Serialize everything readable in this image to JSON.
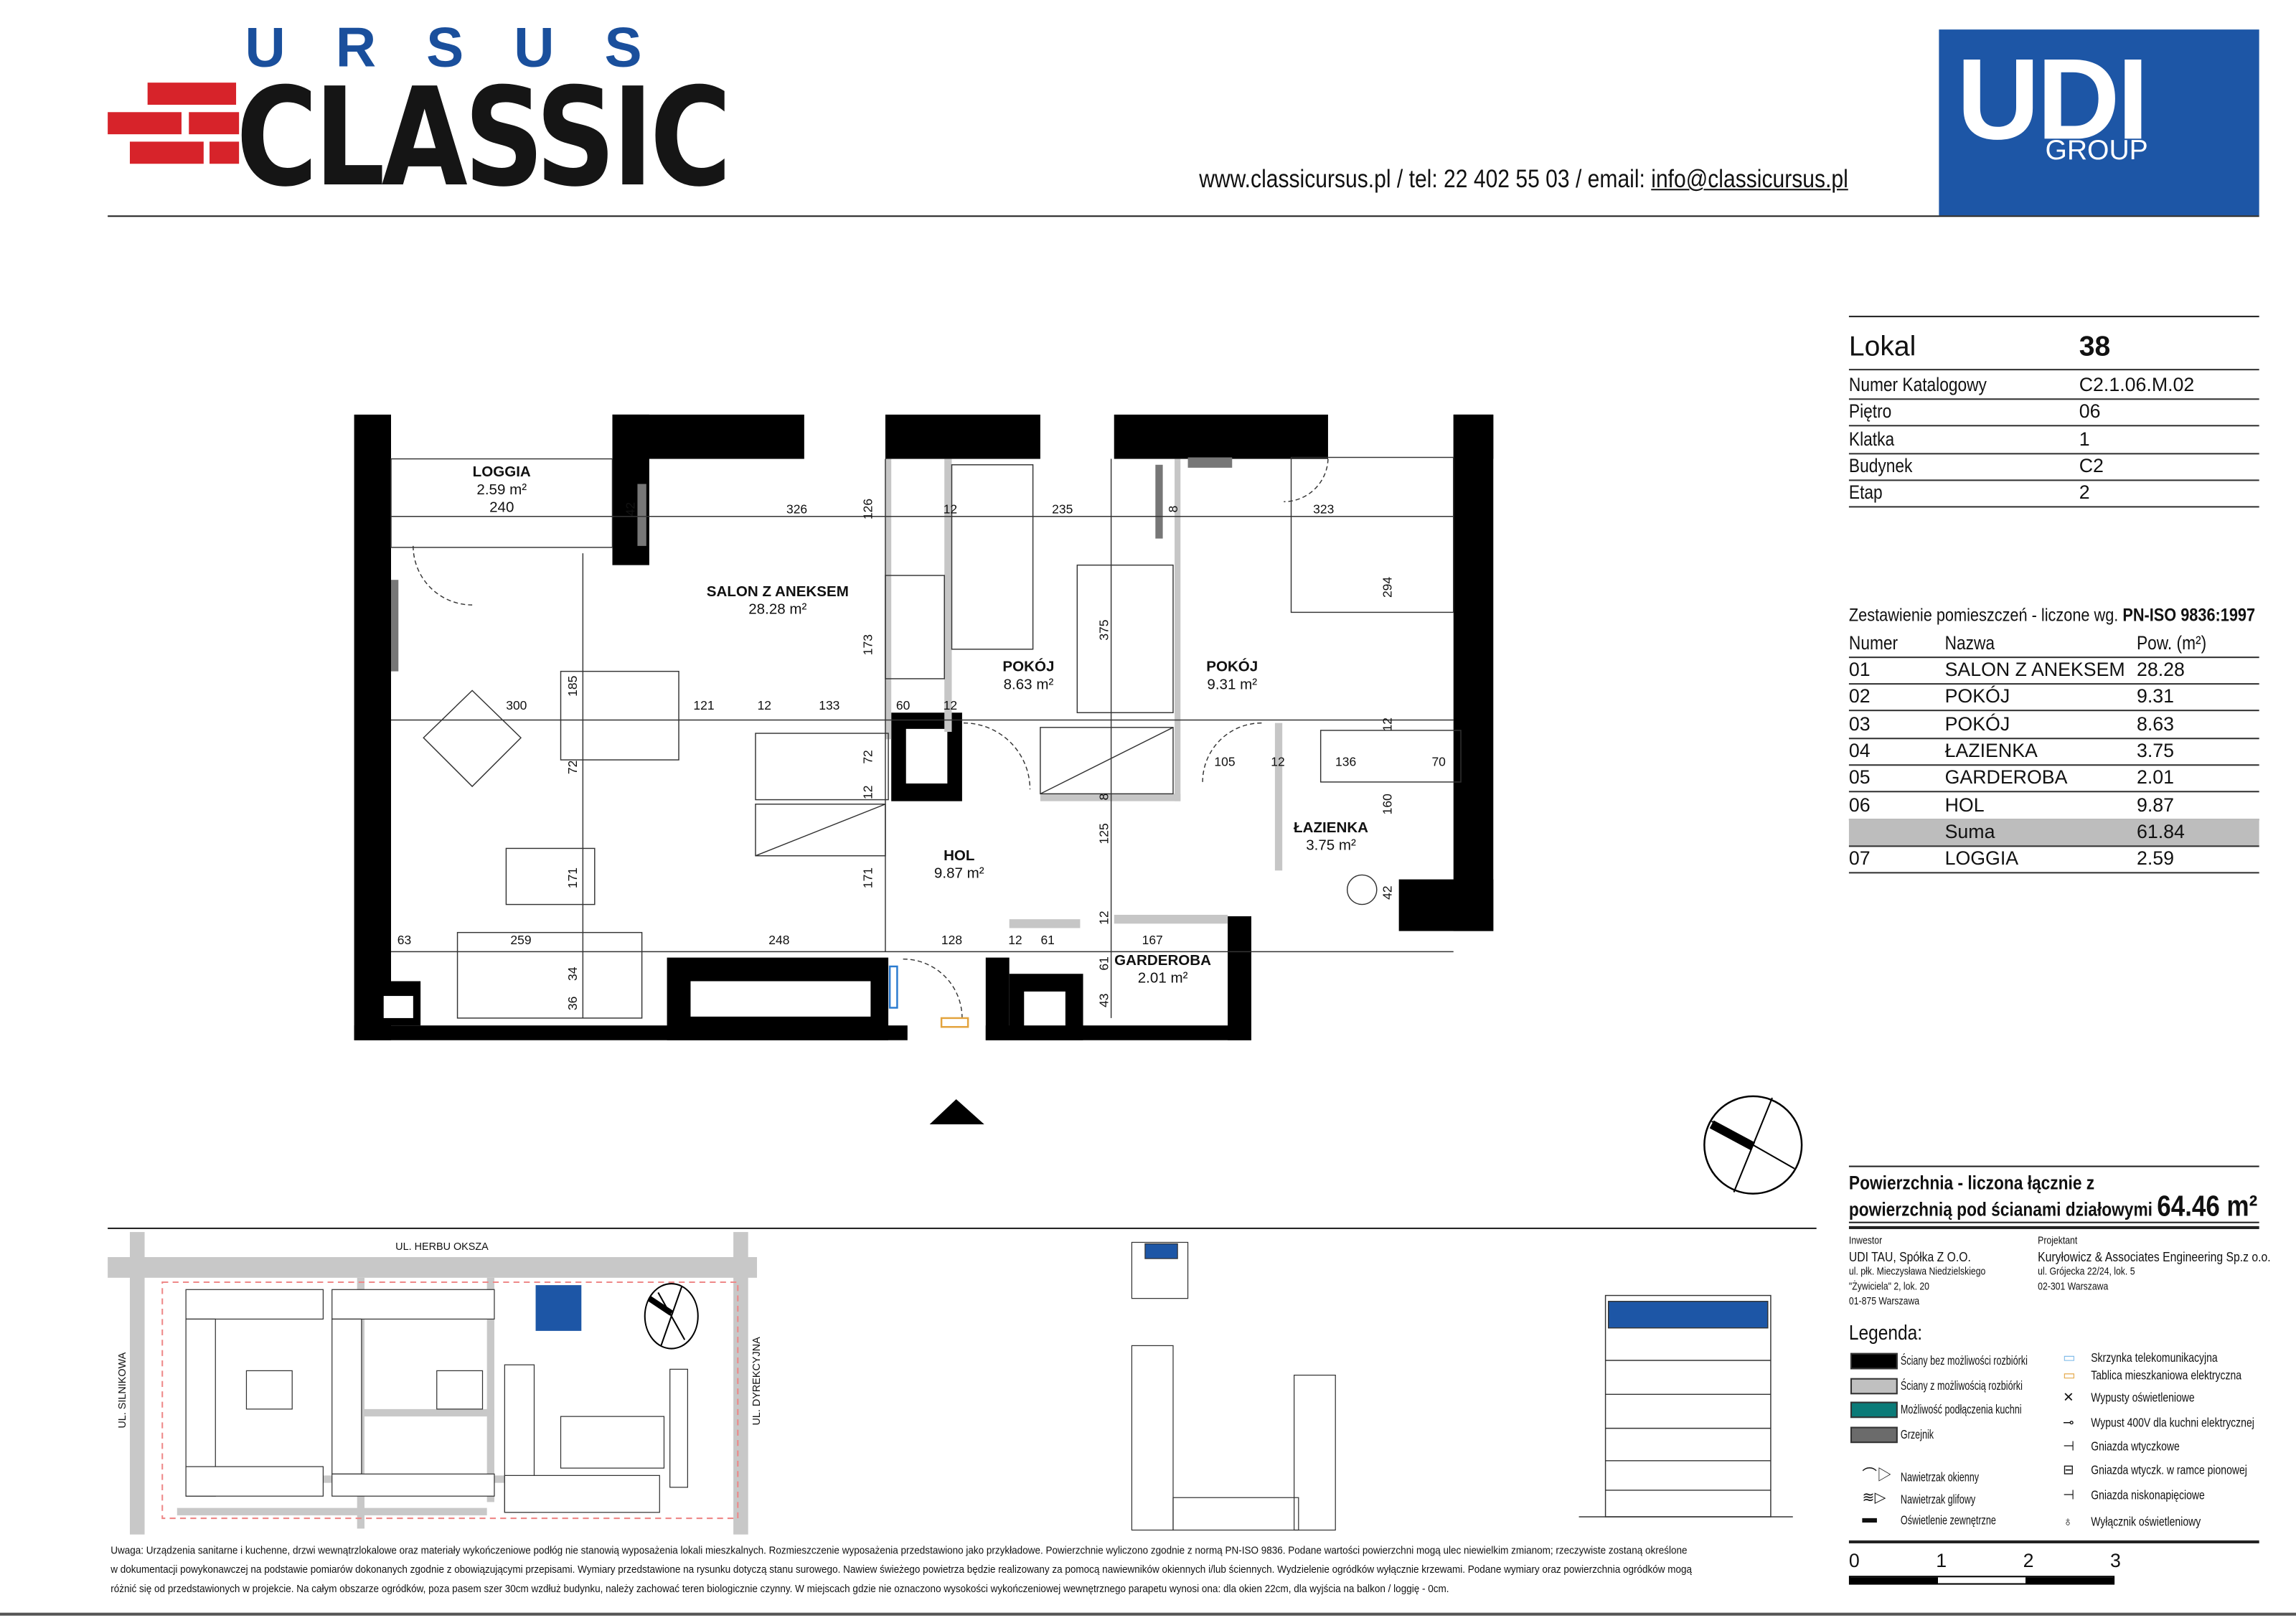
{
  "header": {
    "brand_top": "URSUS",
    "brand_main": "CLASSIC",
    "contact_prefix": "www.classicursus.pl / tel: 22 402 55 03 / email: ",
    "contact_email": "info@classicursus.pl",
    "udi_logo": "UDI",
    "udi_group": "GROUP",
    "brand_color": "#1d56a6",
    "accent_red": "#d7232a"
  },
  "unit": {
    "lokal_label": "Lokal",
    "lokal_value": "38",
    "rows": [
      {
        "label": "Numer Katalogowy",
        "value": "C2.1.06.M.02"
      },
      {
        "label": "Piętro",
        "value": "06"
      },
      {
        "label": "Klatka",
        "value": "1"
      },
      {
        "label": "Budynek",
        "value": "C2"
      },
      {
        "label": "Etap",
        "value": "2"
      }
    ]
  },
  "rooms_table": {
    "title_prefix": "Zestawienie pomieszczeń - liczone wg. ",
    "title_norm": "PN-ISO 9836:1997",
    "headers": [
      "Numer",
      "Nazwa",
      "Pow. (m²)"
    ],
    "rows": [
      {
        "num": "01",
        "name": "SALON Z ANEKSEM",
        "area": "28.28"
      },
      {
        "num": "02",
        "name": "POKÓJ",
        "area": "9.31"
      },
      {
        "num": "03",
        "name": "POKÓJ",
        "area": "8.63"
      },
      {
        "num": "04",
        "name": "ŁAZIENKA",
        "area": "3.75"
      },
      {
        "num": "05",
        "name": "GARDEROBA",
        "area": "2.01"
      },
      {
        "num": "06",
        "name": "HOL",
        "area": "9.87"
      }
    ],
    "sum": {
      "name": "Suma",
      "area": "61.84"
    },
    "extra": {
      "num": "07",
      "name": "LOGGIA",
      "area": "2.59"
    }
  },
  "plan": {
    "rooms": [
      {
        "name": "LOGGIA",
        "area": "2.59 m²",
        "extra": "240"
      },
      {
        "name": "SALON Z ANEKSEM",
        "area": "28.28 m²"
      },
      {
        "name": "POKÓJ",
        "area": "8.63 m²"
      },
      {
        "name": "POKÓJ",
        "area": "9.31 m²"
      },
      {
        "name": "ŁAZIENKA",
        "area": "3.75 m²"
      },
      {
        "name": "HOL",
        "area": "9.87 m²"
      },
      {
        "name": "GARDEROBA",
        "area": "2.01 m²"
      }
    ],
    "dims": [
      "42",
      "326",
      "126",
      "12",
      "235",
      "8",
      "323",
      "294",
      "185",
      "300",
      "121",
      "12",
      "133",
      "60",
      "12",
      "173",
      "375",
      "72",
      "72",
      "12",
      "105",
      "12",
      "136",
      "70",
      "12",
      "160",
      "8",
      "125",
      "171",
      "171",
      "63",
      "259",
      "248",
      "128",
      "12",
      "61",
      "167",
      "12",
      "61",
      "43",
      "34",
      "36",
      "42"
    ]
  },
  "total": {
    "line1": "Powierzchnia - liczona łącznie z",
    "line2": "powierzchnią pod ścianami działowymi",
    "value": "64.46 m²"
  },
  "credits": {
    "investor_label": "Inwestor",
    "investor_name": "UDI TAU, Spółka Z O.O.",
    "investor_addr": [
      "ul. płk. Mieczysława Niedzielskiego",
      "\"Żywiciela\" 2, lok. 20",
      "01-875 Warszawa"
    ],
    "designer_label": "Projektant",
    "designer_name": "Kuryłowicz & Associates Engineering  Sp.z o.o.",
    "designer_addr": [
      "ul. Grójecka 22/24, lok. 5",
      "02-301 Warszawa"
    ]
  },
  "legend": {
    "title": "Legenda:",
    "swatches": [
      {
        "label": "Ściany bez możliwości rozbiórki",
        "color": "#000000"
      },
      {
        "label": "Ściany z możliwością rozbiórki",
        "color": "#c0c0c0"
      },
      {
        "label": "Możliwość podłączenia kuchni",
        "color": "#0a7b78"
      },
      {
        "label": "Grzejnik",
        "color": "#6b6b6b"
      }
    ],
    "left_symbols": [
      "Nawietrzak okienny",
      "Nawietrzak glifowy",
      "Oświetlenie zewnętrzne"
    ],
    "right_symbols": [
      "Skrzynka telekomunikacyjna",
      "Tablica mieszkaniowa elektryczna",
      "Wypusty oświetleniowe",
      "Wypust 400V dla kuchni elektrycznej",
      "Gniazda wtyczkowe",
      "Gniazda wtyczk. w ramce pionowej",
      "Gniazda niskonapięciowe",
      "Wyłącznik oświetleniowy"
    ]
  },
  "site": {
    "street_top": "UL. HERBU OKSZA",
    "street_left": "UL. SILNIKOWA",
    "street_right": "UL. DYREKCYJNA"
  },
  "scale": {
    "ticks": [
      "0",
      "1",
      "2",
      "3"
    ]
  },
  "notes": [
    "Uwaga: Urządzenia sanitarne i kuchenne, drzwi wewnątrzlokalowe oraz materiały wykończeniowe podłóg nie stanowią wyposażenia lokali mieszkalnych. Rozmieszczenie wyposażenia przedstawiono jako przykładowe. Powierzchnie wyliczono zgodnie z normą PN-ISO 9836. Podane wartości powierzchni mogą ulec niewielkim zmianom; rzeczywiste zostaną określone",
    "w dokumentacji powykonawczej na podstawie pomiarów dokonanych zgodnie z obowiązującymi przepisami. Wymiary przedstawione na rysunku dotyczą stanu surowego. Nawiew świeżego powietrza będzie realizowany za pomocą nawiewników okiennych i/lub ściennych. Wydzielenie ogródków wyłącznie krzewami. Podane wymiary oraz powierzchnia ogródków mogą",
    "różnić się od przedstawionych w projekcie. Na całym obszarze ogródków, poza pasem szer 30cm wzdłuż budynku, należy zachować teren biologicznie czynny. W miejscach gdzie nie oznaczono wysokości wykończeniowej wewnętrznego parapetu wynosi ona: dla okien 22cm, dla  wyjścia na balkon / loggię - 0cm."
  ]
}
